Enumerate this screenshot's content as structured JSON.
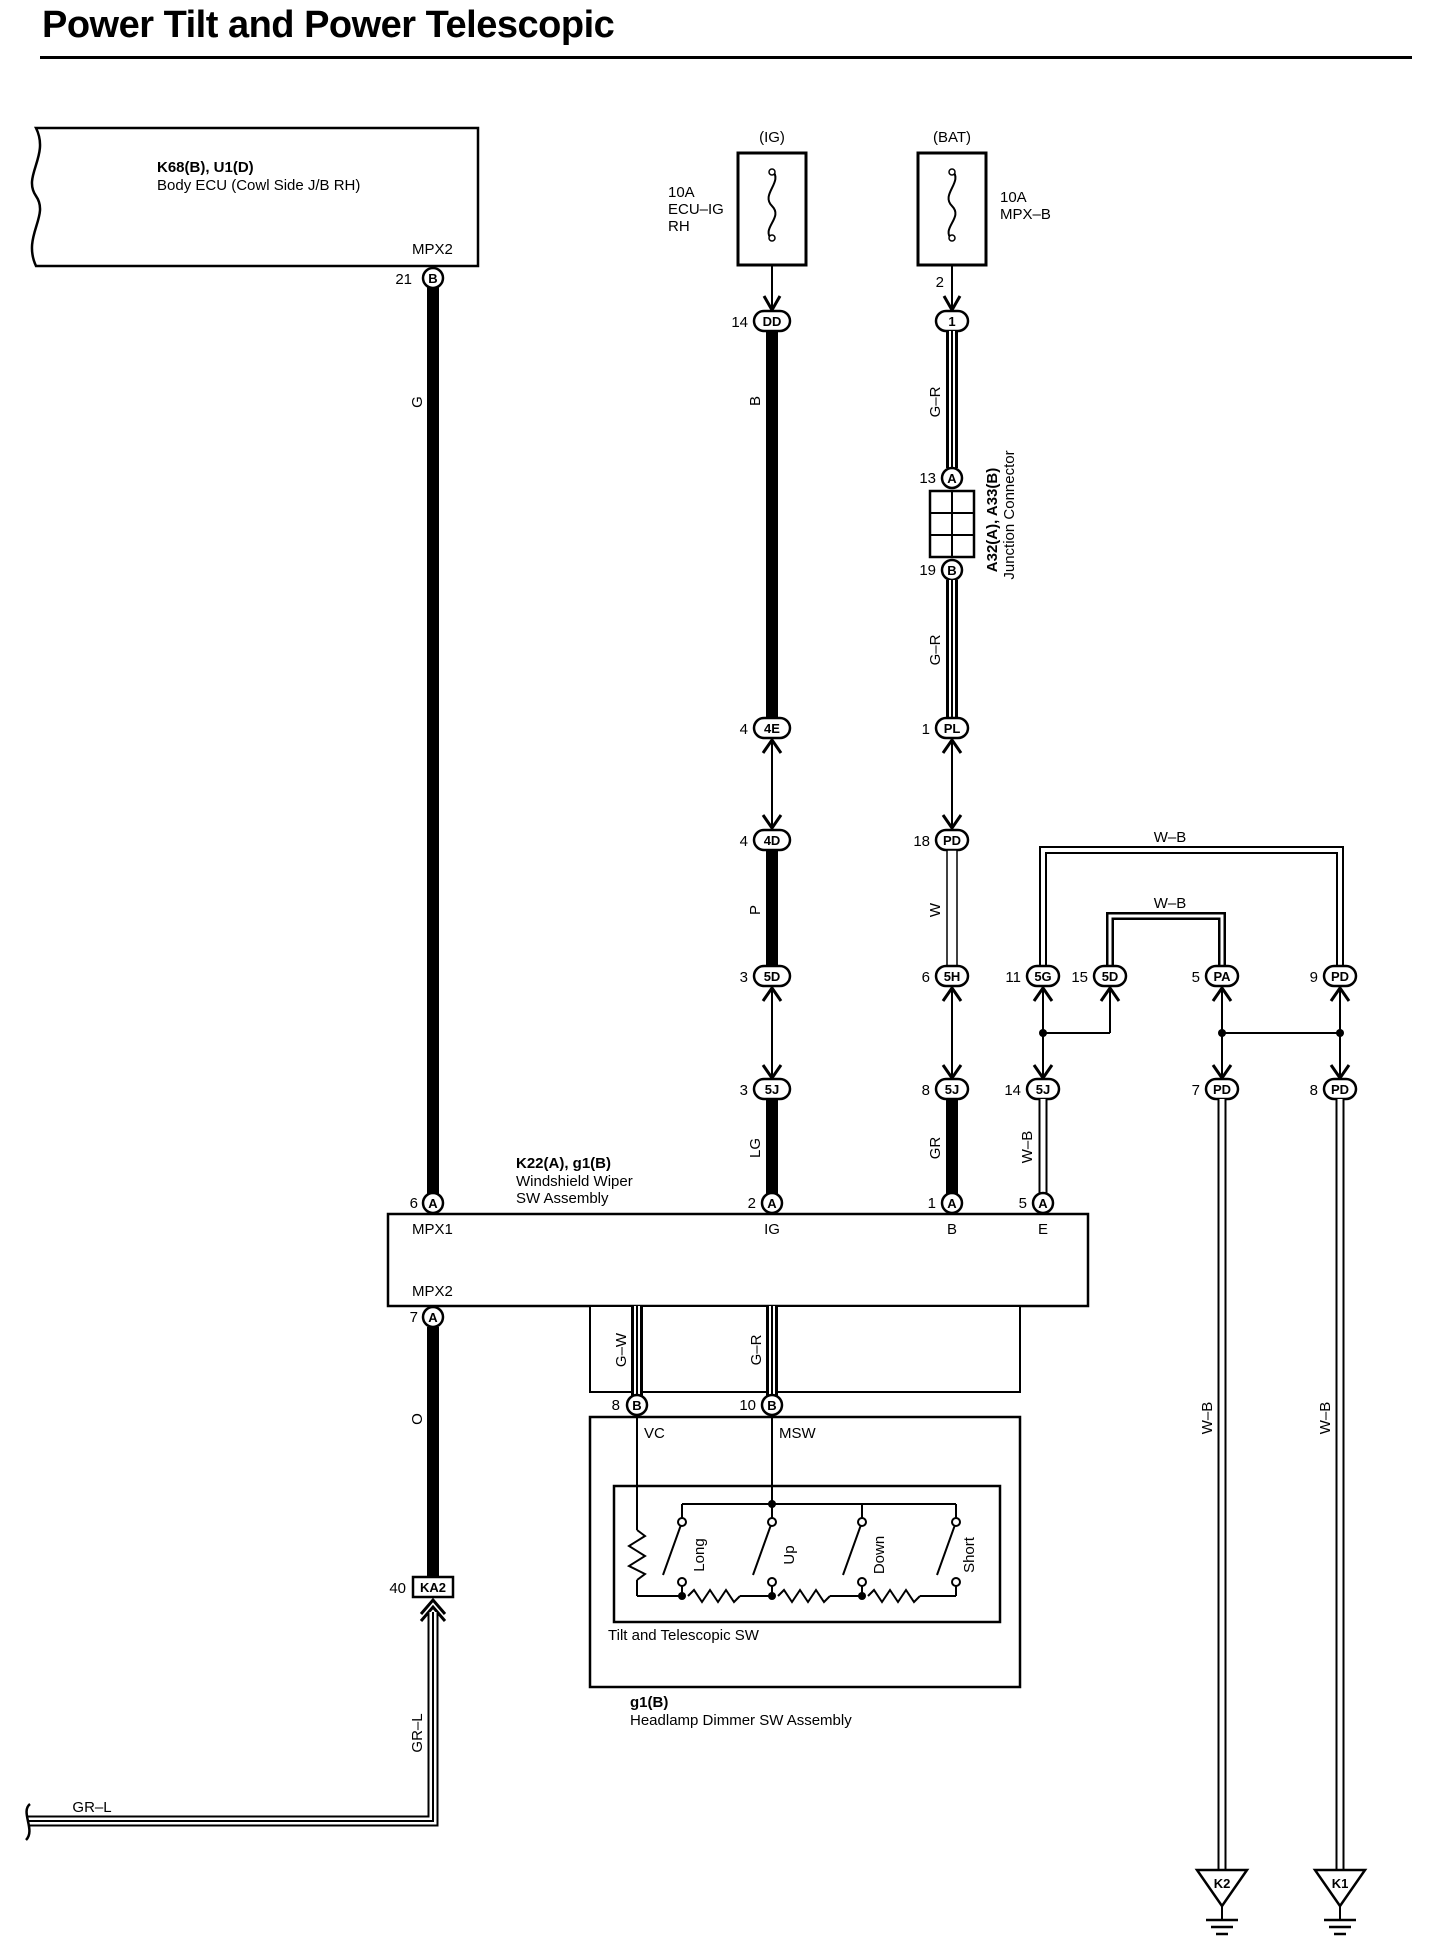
{
  "title": "Power Tilt and Power Telescopic",
  "components": {
    "body_ecu": {
      "code": "K68(B), U1(D)",
      "name": "Body ECU (Cowl Side J/B RH)",
      "terminal": "MPX2"
    },
    "fuse_ig": {
      "supply": "(IG)",
      "rating": "10A",
      "name_line1": "ECU–IG",
      "name_line2": "RH"
    },
    "fuse_bat": {
      "supply": "(BAT)",
      "rating": "10A",
      "name": "MPX–B"
    },
    "junction": {
      "code": "A32(A), A33(B)",
      "name": "Junction Connector"
    },
    "wiper_sw": {
      "code": "K22(A), g1(B)",
      "name_line1": "Windshield Wiper",
      "name_line2": "SW Assembly",
      "term_mpx1": "MPX1",
      "term_mpx2": "MPX2",
      "term_ig": "IG",
      "term_b": "B",
      "term_e": "E"
    },
    "dimmer_sw": {
      "code": "g1(B)",
      "name": "Headlamp Dimmer SW Assembly",
      "term_vc": "VC",
      "term_msw": "MSW"
    },
    "tilt_sw": {
      "name": "Tilt and Telescopic SW",
      "pos_long": "Long",
      "pos_up": "Up",
      "pos_down": "Down",
      "pos_short": "Short"
    },
    "ground_k2": "K2",
    "ground_k1": "K1",
    "inline_ka2": "KA2"
  },
  "connectors": {
    "ecu_21": {
      "pin": "21",
      "id": "B"
    },
    "wiper_6": {
      "pin": "6",
      "id": "A"
    },
    "wiper_7": {
      "pin": "7",
      "id": "A"
    },
    "ka2_40": {
      "pin": "40"
    },
    "dd_14": {
      "pin": "14",
      "id": "DD"
    },
    "c4e_4": {
      "pin": "4",
      "id": "4E"
    },
    "c4d_4": {
      "pin": "4",
      "id": "4D"
    },
    "c5d_3": {
      "pin": "3",
      "id": "5D"
    },
    "c5j_3": {
      "pin": "3",
      "id": "5J"
    },
    "wiper_2": {
      "pin": "2",
      "id": "A"
    },
    "fuse_bat_2": {
      "pin": "2"
    },
    "c1_1": {
      "pin": "",
      "id": "1"
    },
    "j_13": {
      "pin": "13",
      "id": "A"
    },
    "j_19": {
      "pin": "19",
      "id": "B"
    },
    "pl_1": {
      "pin": "1",
      "id": "PL"
    },
    "pd_18": {
      "pin": "18",
      "id": "PD"
    },
    "c5h_6": {
      "pin": "6",
      "id": "5H"
    },
    "c5j_8": {
      "pin": "8",
      "id": "5J"
    },
    "wiper_1": {
      "pin": "1",
      "id": "A"
    },
    "c5g_11": {
      "pin": "11",
      "id": "5G"
    },
    "c5d_15": {
      "pin": "15",
      "id": "5D"
    },
    "pa_5": {
      "pin": "5",
      "id": "PA"
    },
    "pd_9": {
      "pin": "9",
      "id": "PD"
    },
    "c5j_14": {
      "pin": "14",
      "id": "5J"
    },
    "pd_7": {
      "pin": "7",
      "id": "PD"
    },
    "pd_8": {
      "pin": "8",
      "id": "PD"
    },
    "wiper_5": {
      "pin": "5",
      "id": "A"
    },
    "g1_8": {
      "pin": "8",
      "id": "B"
    },
    "g1_10": {
      "pin": "10",
      "id": "B"
    }
  },
  "wires": {
    "ecu_to_wiper": "G",
    "wiper_to_ka2": "O",
    "ka2_vertical": "GR–L",
    "ka2_horizontal": "GR–L",
    "ig_upper": "B",
    "ig_mid": "P",
    "ig_lower": "LG",
    "bat_upper": "G–R",
    "bat_mid": "G–R",
    "bat_w": "W",
    "bat_lower": "GR",
    "ground_loop_outer": "W–B",
    "ground_loop_inner": "W–B",
    "e_wire": "W–B",
    "k2_wire": "W–B",
    "k1_wire": "W–B",
    "vc_wire": "G–W",
    "msw_wire": "G–R"
  }
}
